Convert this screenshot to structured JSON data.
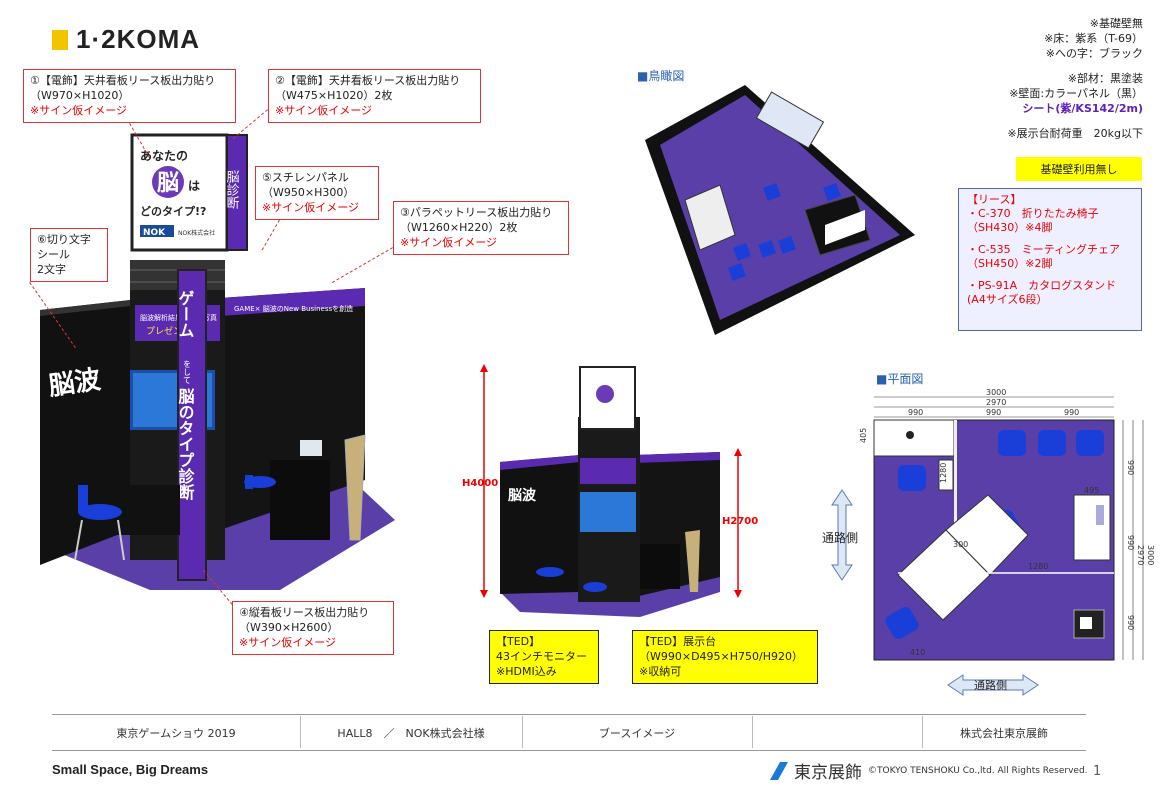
{
  "brand": {
    "logo": "1·2KOMA"
  },
  "callouts": {
    "c1": {
      "title": "①【電飾】天井看板リース板出力貼り",
      "size": "（W970×H1020）",
      "note": "※サイン仮イメージ"
    },
    "c2": {
      "title": "②【電飾】天井看板リース板出力貼り",
      "size": "（W475×H1020）2枚",
      "note": "※サイン仮イメージ"
    },
    "c5": {
      "title": "⑤スチレンパネル",
      "size": "（W950×H300）",
      "note": "※サイン仮イメージ"
    },
    "c3": {
      "title": "③パラペットリース板出力貼り",
      "size": "（W1260×H220）2枚",
      "note": "※サイン仮イメージ"
    },
    "c6": {
      "title": "⑥切り文字",
      "line2": "シール",
      "line3": "2文字"
    },
    "c4": {
      "title": "④縦看板リース板出力貼り",
      "size": "（W390×H2600）",
      "note": "※サイン仮イメージ"
    },
    "ted1": {
      "title": "【TED】",
      "line2": "43インチモニター",
      "line3": "※HDMI込み"
    },
    "ted2": {
      "title": "【TED】展示台",
      "line2": "（W990×D495×H750/H920）",
      "line3": "※収納可"
    }
  },
  "notes": {
    "n1": "※基礎壁無",
    "n2": "※床：紫系（T-69）",
    "n3": "※への字：ブラック",
    "n4": "※部材：黒塗装",
    "n5": "※壁面:カラーパネル（黒）",
    "n6": "シート(紫/KS142/2m)",
    "n7": "※展示台耐荷重　20kg以下"
  },
  "kiso_label": "基礎壁利用無し",
  "lease": {
    "title": "【リース】",
    "i1": "・C-370　折りたたみ椅子",
    "i1b": "（SH430）※4脚",
    "i2": "・C-535　ミーティングチェア",
    "i2b": "（SH450）※2脚",
    "i3": "・PS-91A　カタログスタンド",
    "i3b": "(A4サイズ6段）"
  },
  "sections": {
    "birdseye": "■鳥瞰図",
    "plan": "■平面図"
  },
  "booth": {
    "sign_top": "あなたの",
    "sign_brain": "脳",
    "sign_ha": "は",
    "sign_bottom": "どのタイプ!?",
    "sign_side": "脳診断",
    "nok": "NOK",
    "nok_full": "NOK株式会社",
    "banner": "脳波解析結果と記念写真",
    "banner2": "プレゼント!!",
    "parapet": "GAME× 脳波のNew Businessを創造",
    "vertical_top": "ゲーム",
    "vertical_small": "をして",
    "vertical_bottom": "脳のタイプ診断",
    "cut_letters": "脳波"
  },
  "dims": {
    "h4000": "H4000",
    "h2700": "H2700",
    "w3000": "3000",
    "w2970": "2970",
    "d990": "990",
    "d405": "405",
    "d1280": "1280",
    "d495": "495",
    "d3000v": "3000",
    "d2970v": "2970",
    "d300": "300",
    "d410": "410",
    "aisle_side": "通路側",
    "aisle_bottom": "通路側"
  },
  "footer": {
    "event": "東京ゲームショウ 2019",
    "hall": "HALL8　／　NOK株式会社様",
    "doc": "ブースイメージ",
    "company": "株式会社東京展飾"
  },
  "tagline": "Small Space, Big Dreams",
  "copyright": {
    "brand": "東京展飾",
    "text": "©TOKYO TENSHOKU Co.,ltd. All Rights Reserved."
  },
  "page_number": "1",
  "colors": {
    "purple": "#4a2a9a",
    "floor": "#5a3fa8",
    "chair": "#1a3fd8",
    "yellow": "#ffff00",
    "red": "#e00000"
  }
}
